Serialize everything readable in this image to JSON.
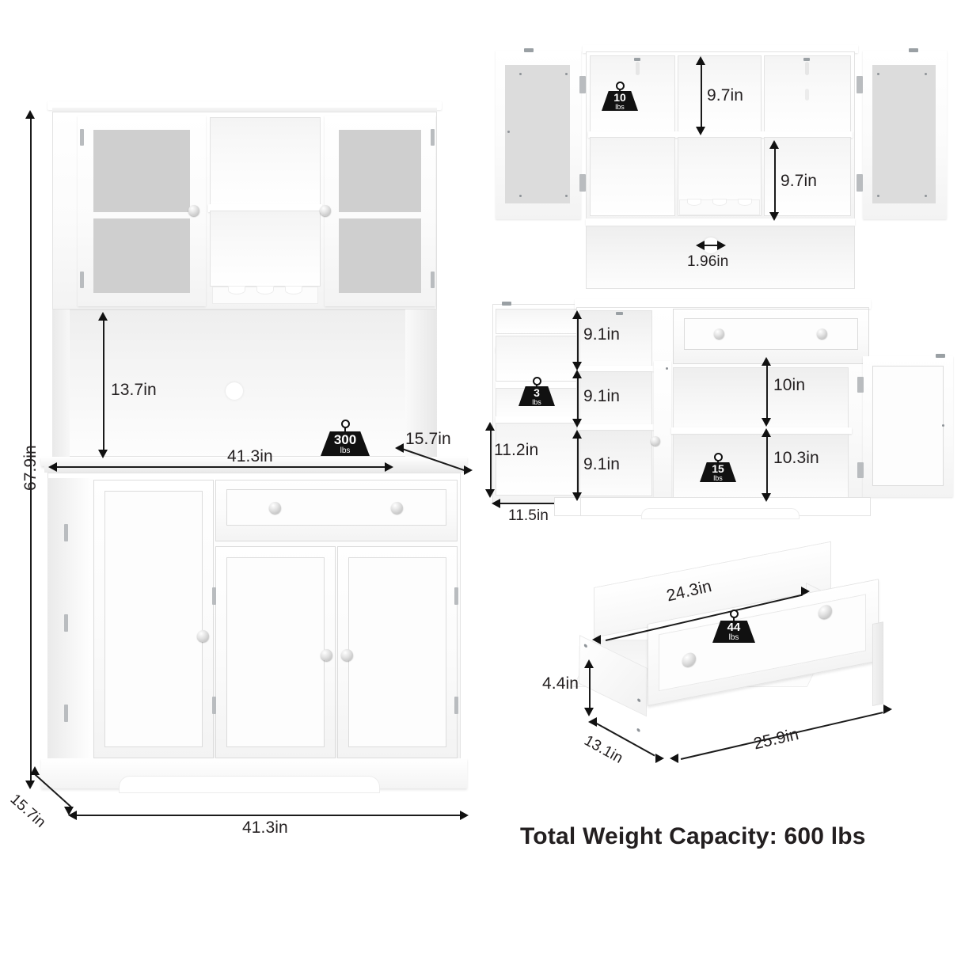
{
  "product": {
    "title_text": "Total Weight Capacity: 600 lbs"
  },
  "views": {
    "main_front": "main-front-view",
    "hutch_open": "hutch-open-view",
    "base_open": "base-open-view",
    "drawer_detail": "drawer-detail-view"
  },
  "dimensions": {
    "overall_height": "67.9in",
    "overall_width_top": "41.3in",
    "overall_width_bottom": "41.3in",
    "overall_depth_top": "15.7in",
    "overall_depth_bottom": "15.7in",
    "hutch_opening_height": "13.7in",
    "hutch_cubby_upper": "9.7in",
    "hutch_cubby_lower": "9.7in",
    "cord_hole_diameter": "1.96in",
    "side_shelf_height": "11.2in",
    "side_shelf_width": "11.5in",
    "left_cabinet_shelf_1": "9.1in",
    "left_cabinet_shelf_2": "9.1in",
    "left_cabinet_shelf_3": "9.1in",
    "right_cabinet_upper": "10in",
    "right_cabinet_lower": "10.3in",
    "drawer_inner_width": "24.3in",
    "drawer_outer_width": "25.9in",
    "drawer_height": "4.4in",
    "drawer_depth": "13.1in"
  },
  "weights": {
    "countertop": {
      "value": "300",
      "unit": "lbs"
    },
    "hutch_shelf": {
      "value": "10",
      "unit": "lbs"
    },
    "side_shelf": {
      "value": "3",
      "unit": "lbs"
    },
    "cabinet_shelf": {
      "value": "15",
      "unit": "lbs"
    },
    "drawer": {
      "value": "44",
      "unit": "lbs"
    }
  },
  "colors": {
    "body": "#ffffff",
    "glass": "#cfcfcf",
    "outline": "#e3e3e3",
    "text": "#231f20",
    "badge": "#111111"
  }
}
